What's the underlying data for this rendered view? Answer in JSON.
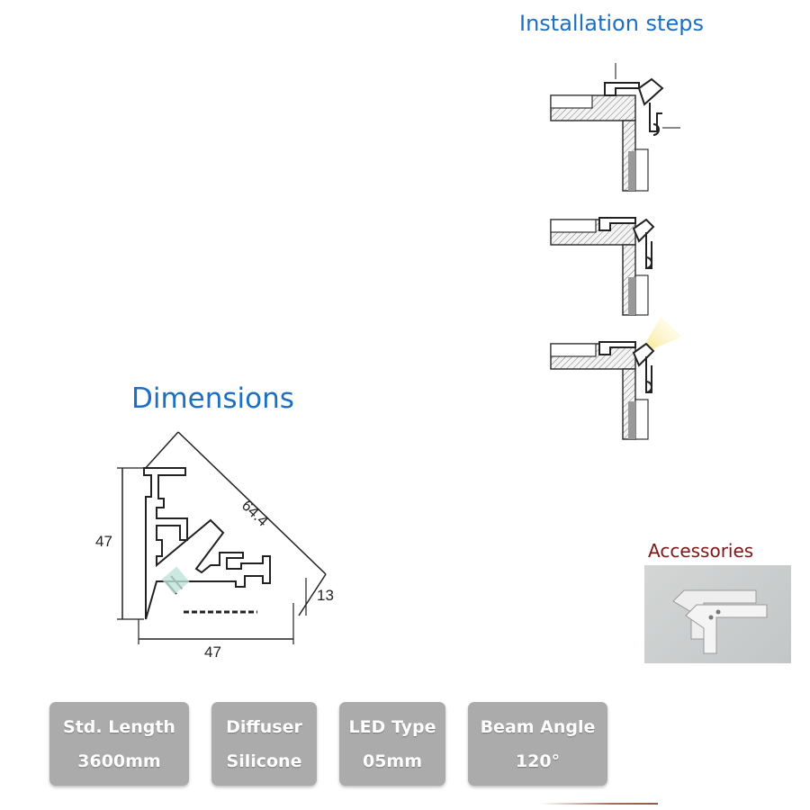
{
  "installation": {
    "title": "Installation steps"
  },
  "dimensions": {
    "title": "Dimensions",
    "height": "47",
    "width": "47",
    "diagonal": "64.4",
    "depth": "13"
  },
  "accessories": {
    "title": "Accessories"
  },
  "specs": [
    {
      "label": "Std. Length",
      "value": "3600mm"
    },
    {
      "label": "Diffuser",
      "value": "Silicone"
    },
    {
      "label": "LED Type",
      "value": "05mm"
    },
    {
      "label": "Beam Angle",
      "value": "120°"
    }
  ],
  "colors": {
    "heading": "#1d6fc1",
    "accessories_heading": "#7d1616",
    "spec_box": "#ababab"
  }
}
